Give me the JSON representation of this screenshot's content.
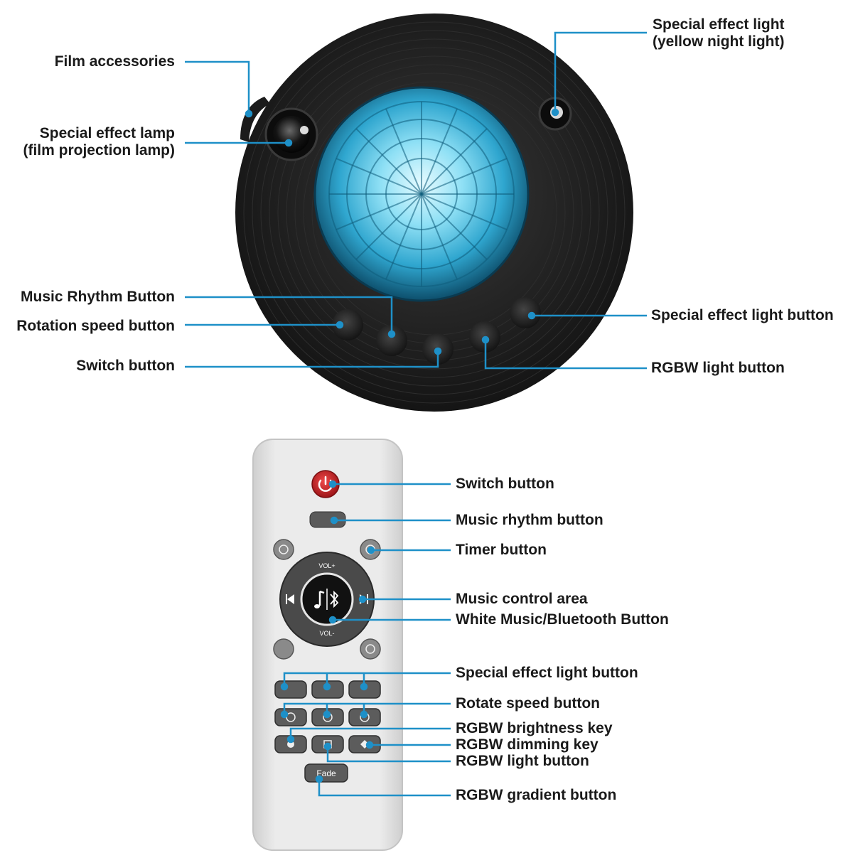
{
  "colors": {
    "leader": "#1e90c8",
    "device": "#222222",
    "remote": "#e4e4e4",
    "power": "#c8252a",
    "globe": "#3fb3d6"
  },
  "device_labels": {
    "film_accessories": "Film accessories",
    "special_effect_lamp_1": "Special effect lamp",
    "special_effect_lamp_2": "(film projection lamp)",
    "special_effect_light_1": "Special effect light",
    "special_effect_light_2": "(yellow night light)",
    "music_rhythm_button": "Music Rhythm Button",
    "rotation_speed_button": "Rotation speed button",
    "switch_button": "Switch button",
    "special_effect_light_button": "Special effect light button",
    "rgbw_light_button": "RGBW light button"
  },
  "remote_labels": {
    "switch_button": "Switch button",
    "music_rhythm_button": "Music rhythm button",
    "timer_button": "Timer button",
    "music_control_area": "Music control area",
    "white_music_bluetooth_button": "White Music/Bluetooth Button",
    "special_effect_light_button": "Special effect light button",
    "rotate_speed_button": "Rotate speed button",
    "rgbw_brightness_key": "RGBW brightness key",
    "rgbw_dimming_key": "RGBW dimming key",
    "rgbw_light_button": "RGBW light button",
    "rgbw_gradient_button": "RGBW gradient button"
  },
  "remote_keys": {
    "fade": "Fade",
    "vol_up": "VOL+",
    "vol_down": "VOL-"
  },
  "icons": [
    "power-icon",
    "music-note-icon",
    "bluetooth-icon",
    "play-next-icon",
    "play-prev-icon",
    "timer-icon",
    "rotate-icon"
  ]
}
